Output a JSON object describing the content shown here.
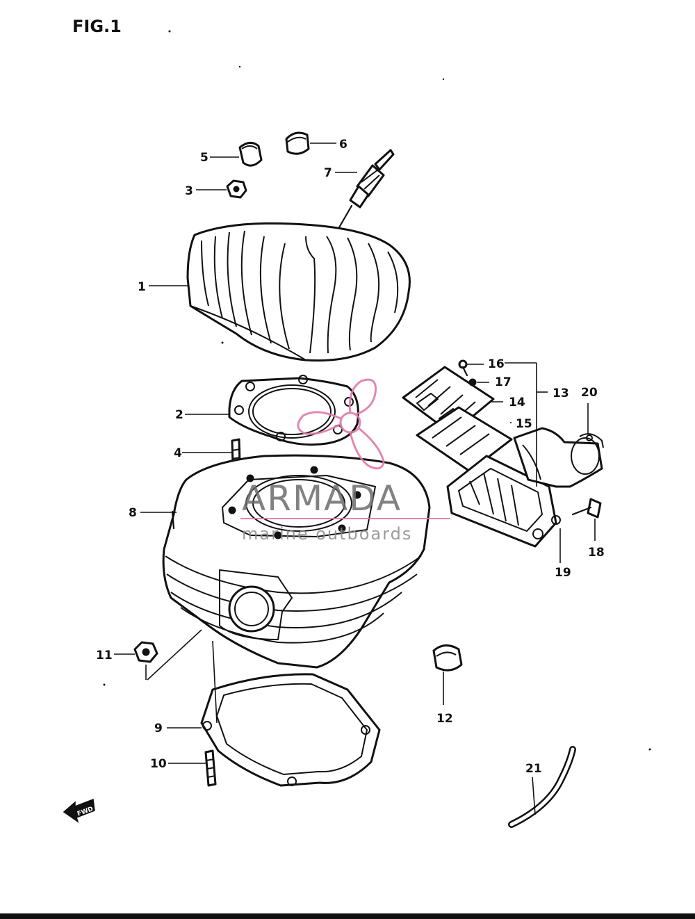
{
  "figure": {
    "title": "FIG.1",
    "fwd_label": "FWD"
  },
  "callouts": [
    "1",
    "2",
    "3",
    "4",
    "5",
    "6",
    "7",
    "8",
    "9",
    "10",
    "11",
    "12",
    "13",
    "14",
    "15",
    "16",
    "17",
    "18",
    "19",
    "20",
    "21"
  ],
  "watermark": {
    "brand": "ARMADA",
    "tagline": "marine outboards",
    "accent_color": "#e07aa8"
  },
  "colors": {
    "ink": "#111111",
    "background": "#ffffff"
  }
}
